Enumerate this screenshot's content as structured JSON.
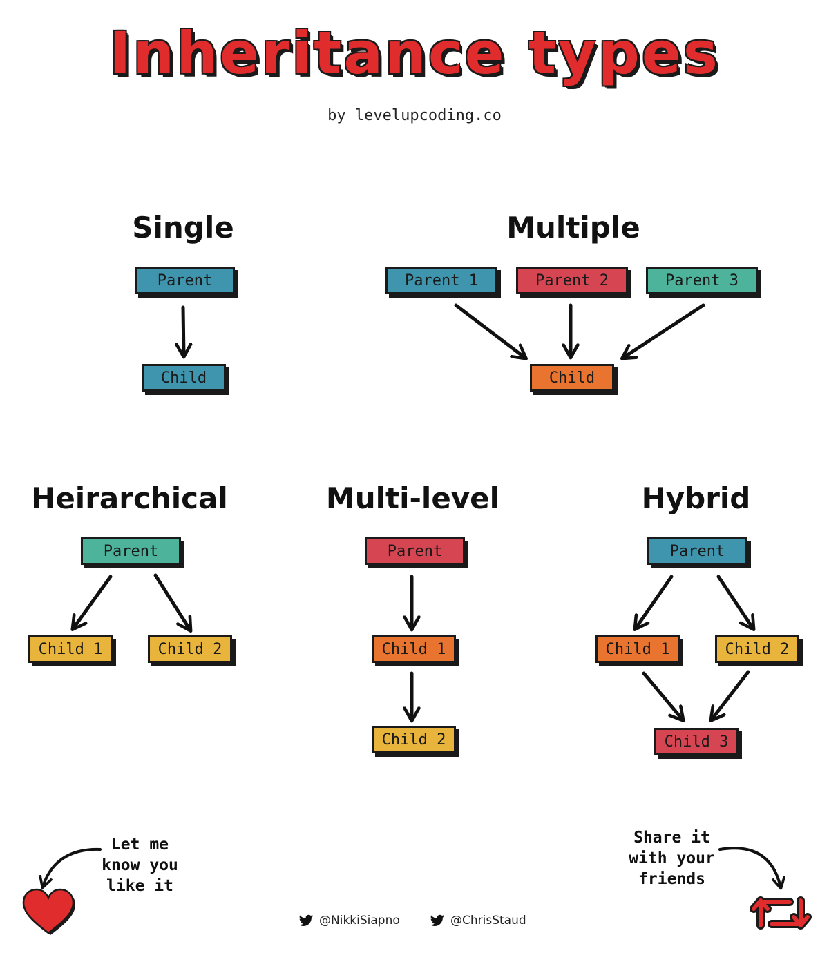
{
  "title": "Inheritance types",
  "subtitle": "by levelupcoding.co",
  "sections": {
    "single": {
      "heading": "Single",
      "parent": "Parent",
      "child": "Child"
    },
    "multiple": {
      "heading": "Multiple",
      "parent1": "Parent 1",
      "parent2": "Parent 2",
      "parent3": "Parent 3",
      "child": "Child"
    },
    "hierarchical": {
      "heading": "Heirarchical",
      "parent": "Parent",
      "child1": "Child 1",
      "child2": "Child 2"
    },
    "multilevel": {
      "heading": "Multi-level",
      "parent": "Parent",
      "child1": "Child 1",
      "child2": "Child 2"
    },
    "hybrid": {
      "heading": "Hybrid",
      "parent": "Parent",
      "child1": "Child 1",
      "child2": "Child 2",
      "child3": "Child 3"
    }
  },
  "footer": {
    "like_note": "Let me\nknow you\nlike it",
    "share_note": "Share it\nwith your\nfriends",
    "handle1": "@NikkiSiapno",
    "handle2": "@ChrisStaud"
  },
  "colors": {
    "title": "#e02c2c",
    "blue": "#3f95ad",
    "red": "#d64552",
    "teal": "#4db39b",
    "orange": "#e97430",
    "yellow": "#e8b43c"
  },
  "icons": [
    "heart-icon",
    "retweet-icon",
    "twitter-bird-icon"
  ]
}
